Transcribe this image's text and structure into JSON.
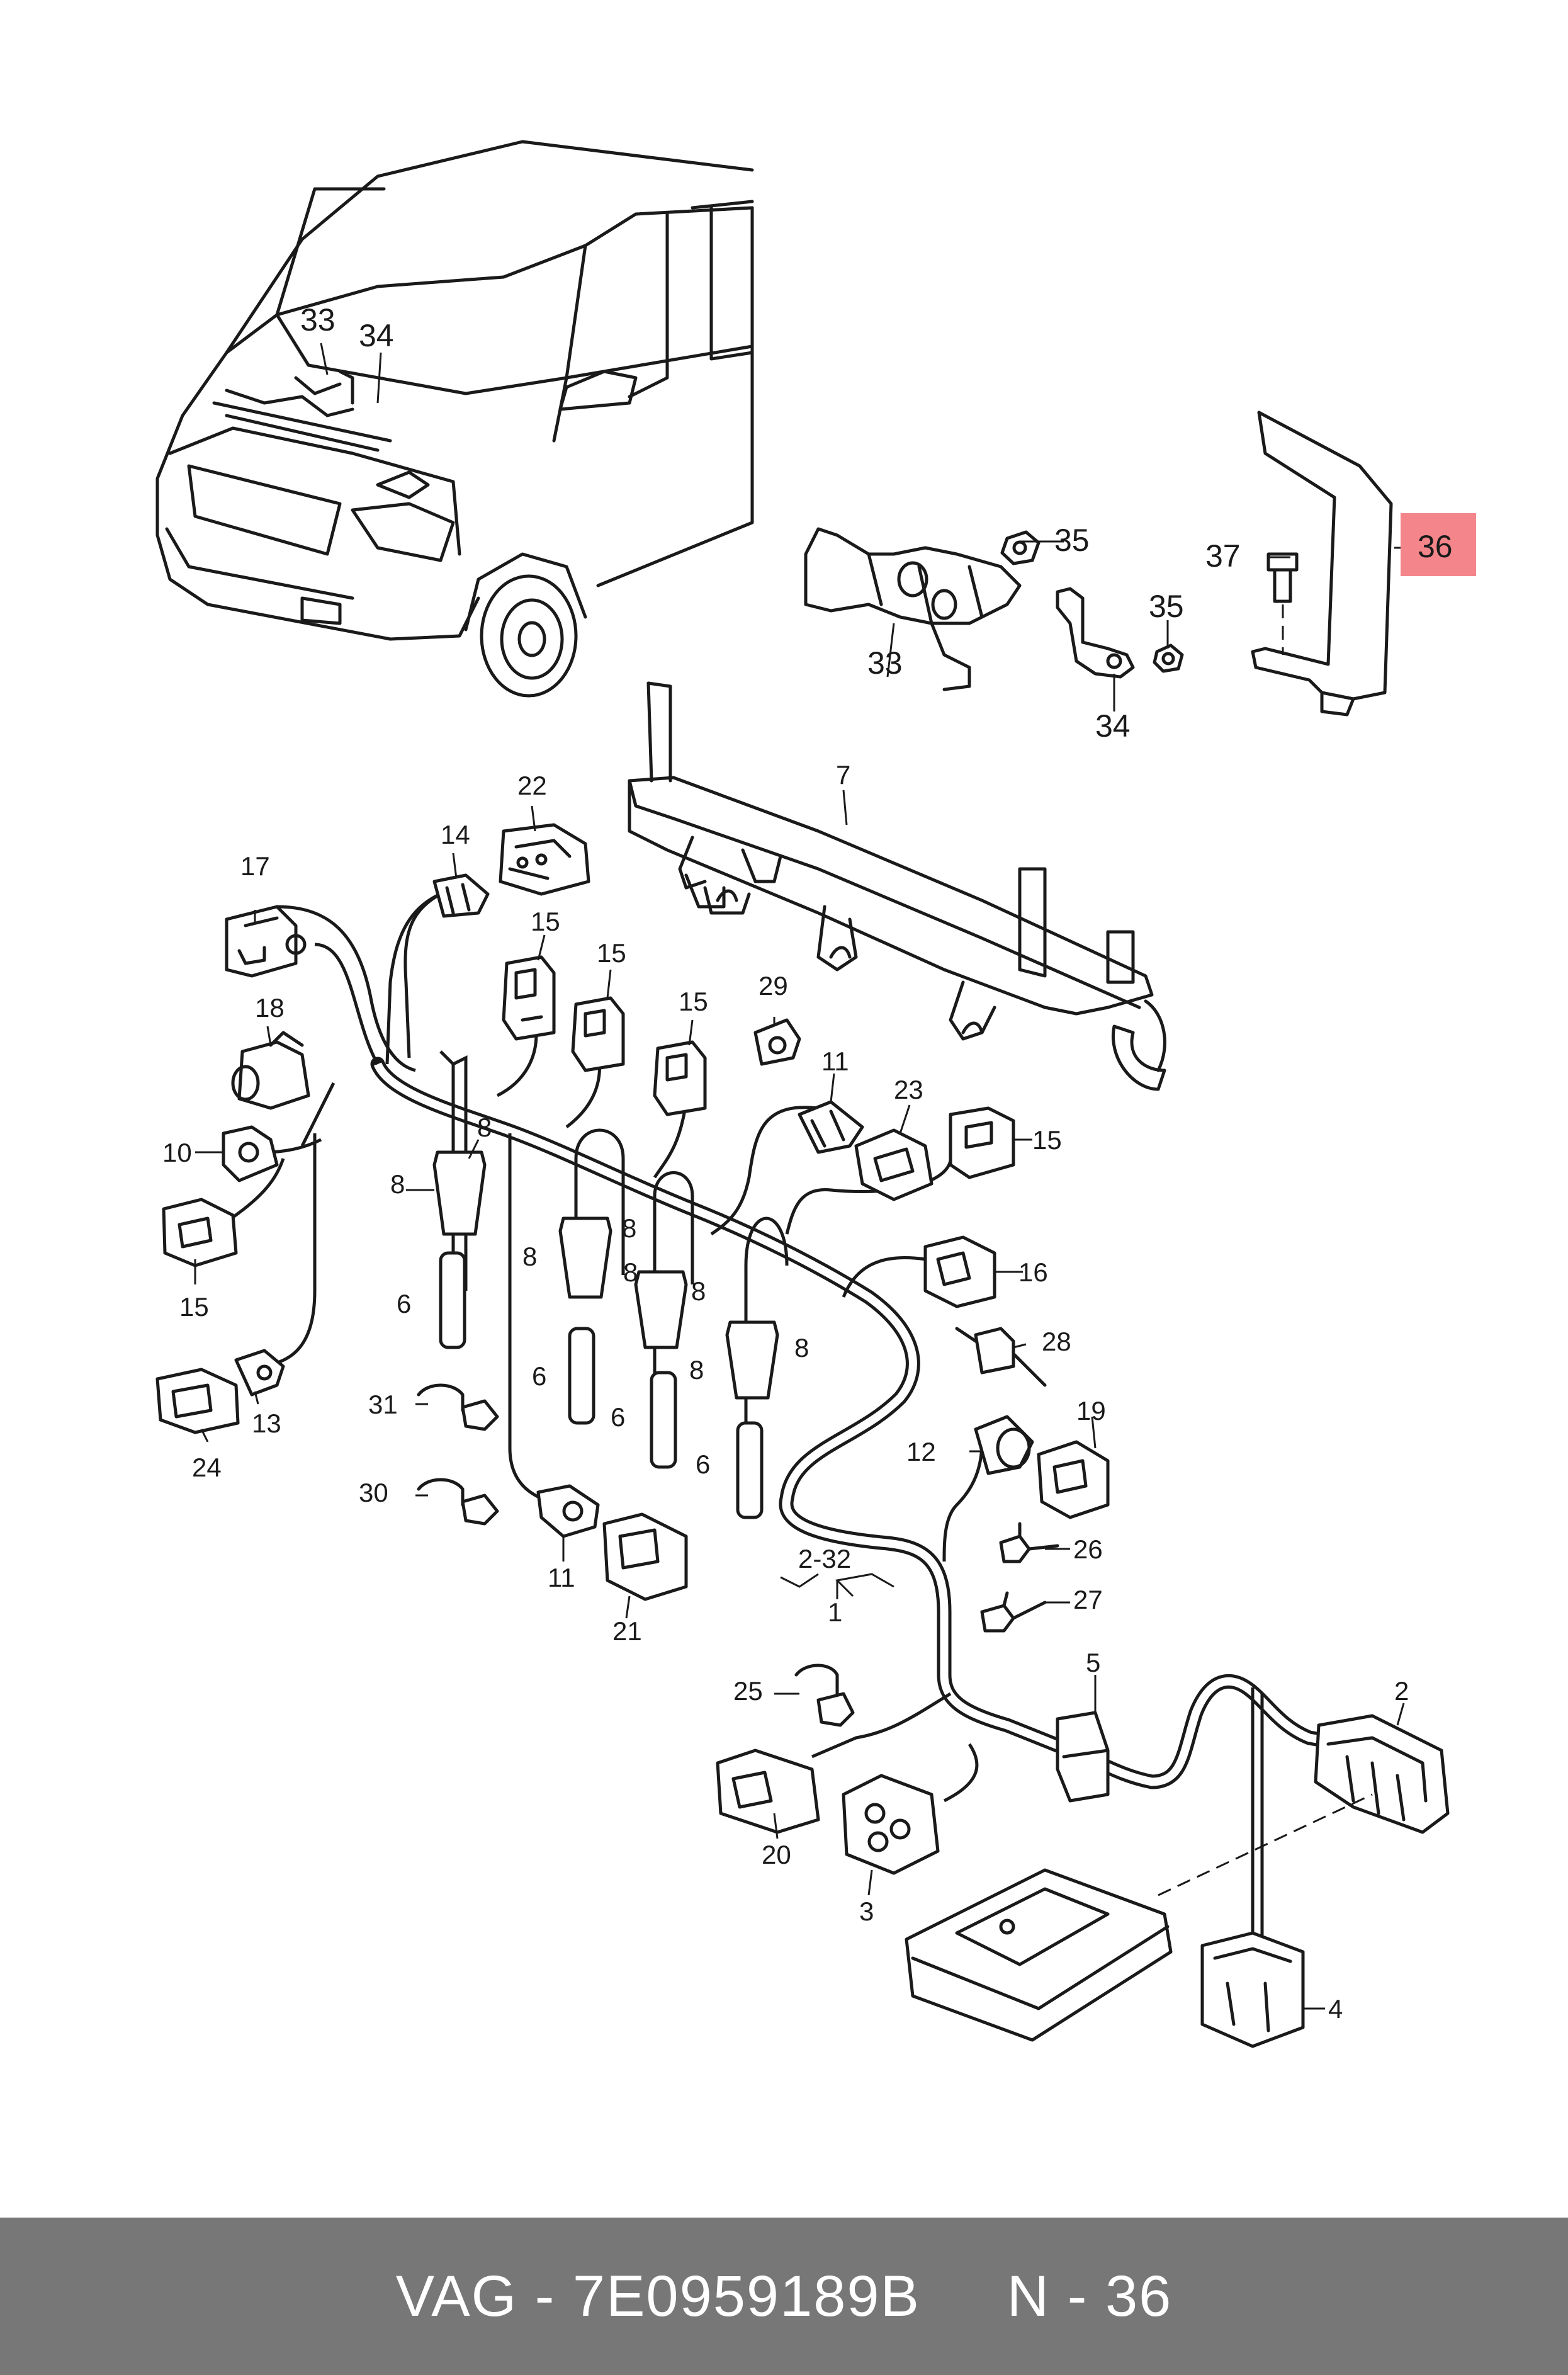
{
  "footer": {
    "text": "VAG - 7E0959189B     N - 36"
  },
  "highlight": {
    "label": "36",
    "color": "#f4868b"
  },
  "callouts": {
    "van_33": "33",
    "van_34": "34",
    "bracket_35a": "35",
    "bracket_33": "33",
    "bracket_35b": "35",
    "bracket_34": "34",
    "bolt_37": "37",
    "c7": "7",
    "c22": "22",
    "c14": "14",
    "c17": "17",
    "c15a": "15",
    "c15b": "15",
    "c15c": "15",
    "c15d": "15",
    "c15e": "15",
    "c18": "18",
    "c29": "29",
    "c11a": "11",
    "c23": "23",
    "c10": "10",
    "c8a": "8",
    "c8b": "8",
    "c8c": "8",
    "c8d": "8",
    "c8e": "8",
    "c8f": "8",
    "c8g": "8",
    "c8h": "8",
    "c6a": "6",
    "c6b": "6",
    "c6c": "6",
    "c6d": "6",
    "c16": "16",
    "c28": "28",
    "c13": "13",
    "c24": "24",
    "c31": "31",
    "c30": "30",
    "c19": "19",
    "c12": "12",
    "c2_32": "2-32",
    "c1": "1",
    "c11b": "11",
    "c21": "21",
    "c26": "26",
    "c27": "27",
    "c5": "5",
    "c2": "2",
    "c25": "25",
    "c20": "20",
    "c3": "3",
    "c4": "4"
  }
}
